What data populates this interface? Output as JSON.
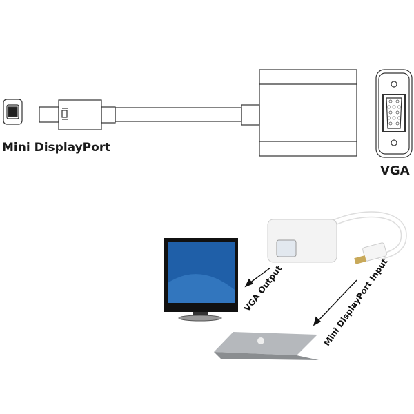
{
  "labels": {
    "mini_displayport": "Mini DisplayPort",
    "vga": "VGA",
    "vga_output": "VGA Output",
    "mini_displayport_input": "Mini DisplayPort Input"
  },
  "colors": {
    "line": "#333333",
    "screen": "#1f5fa8",
    "adapter": "#f2f2f2"
  }
}
